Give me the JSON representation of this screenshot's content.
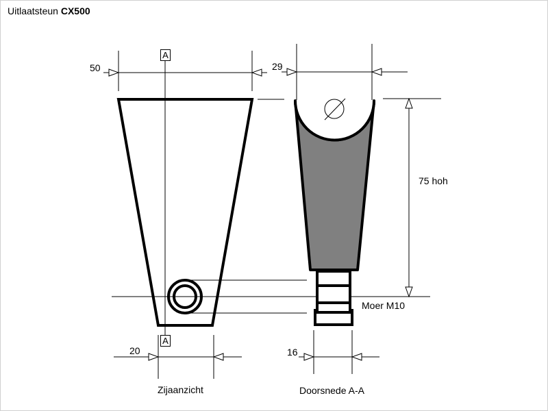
{
  "title": {
    "prefix": "Uitlaatsteun",
    "model": "CX500"
  },
  "section_marker": "A",
  "dimensions": {
    "width_top": "50",
    "width_section": "29",
    "width_bottom": "20",
    "width_nut": "16",
    "height": "75 hoh"
  },
  "labels": {
    "nut": "Moer M10",
    "side_view": "Zijaanzicht",
    "section_view": "Doorsnede A-A"
  },
  "colors": {
    "fill": "#808080",
    "line": "#000000"
  }
}
